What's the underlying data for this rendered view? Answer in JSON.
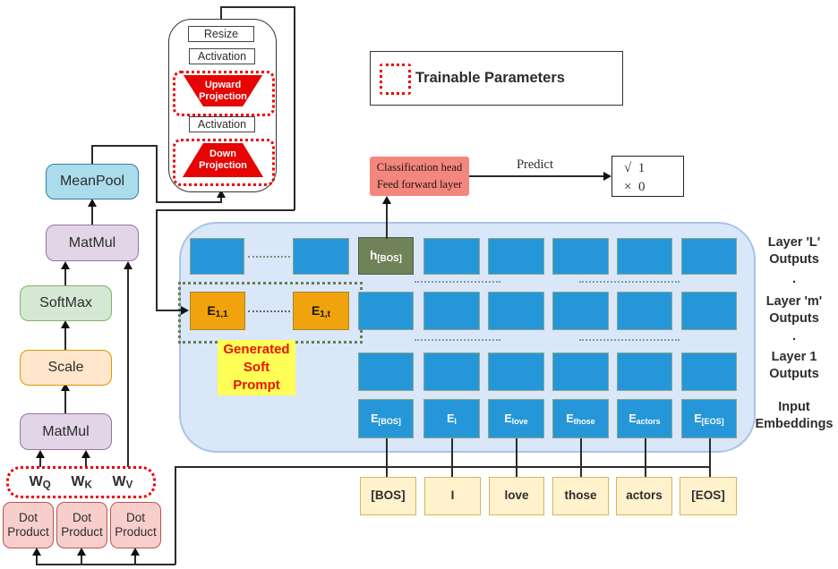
{
  "legend": {
    "label": "Trainable Parameters"
  },
  "adapter": {
    "resize": "Resize",
    "activation_top": "Activation",
    "upward_projection": "Upward Projection",
    "activation_mid": "Activation",
    "down_projection": "Down Projection"
  },
  "attention": {
    "meanpool": "MeanPool",
    "matmul_top": "MatMul",
    "softmax": "SoftMax",
    "scale": "Scale",
    "matmul_bottom": "MatMul",
    "weights": [
      {
        "base": "W",
        "sub": "Q"
      },
      {
        "base": "W",
        "sub": "K"
      },
      {
        "base": "W",
        "sub": "V"
      }
    ],
    "dot_products": [
      "Dot Product",
      "Dot Product",
      "Dot Product"
    ]
  },
  "classifier": {
    "line1": "Classification head",
    "line2": "Feed forward layer",
    "predict_label": "Predict",
    "outcomes": [
      {
        "mark": "√",
        "value": "1"
      },
      {
        "mark": "×",
        "value": "0"
      }
    ]
  },
  "panel": {
    "h_bos": {
      "base": "h",
      "sub": "[BOS]"
    },
    "soft_prompt_cells": [
      {
        "base": "E",
        "sub": "1,1"
      },
      {
        "base": "E",
        "sub": "1,t"
      }
    ],
    "caption_lines": [
      "Generated",
      "Soft",
      "Prompt"
    ],
    "embeddings": [
      {
        "base": "E",
        "sub": "[BOS]"
      },
      {
        "base": "E",
        "sub": "I"
      },
      {
        "base": "E",
        "sub": "love"
      },
      {
        "base": "E",
        "sub": "those"
      },
      {
        "base": "E",
        "sub": "actors"
      },
      {
        "base": "E",
        "sub": "[EOS]"
      }
    ],
    "row_labels": [
      {
        "line1": "Layer 'L'",
        "line2": "Outputs"
      },
      {
        "line1": "Layer 'm'",
        "line2": "Outputs"
      },
      {
        "line1": "Layer 1",
        "line2": "Outputs"
      },
      {
        "line1": "Input",
        "line2": "Embeddings"
      }
    ],
    "ellipsis_dot": "."
  },
  "tokens": [
    "[BOS]",
    "I",
    "love",
    "those",
    "actors",
    "[EOS]"
  ],
  "colors": {
    "trainable_red": "#ee0000",
    "projection_fill": "#e60404",
    "hidden_state_blue": "#2597d8",
    "prompt_orange": "#f0a30c",
    "h_bos_green": "#708258",
    "panel_blue": "#d9e7f8",
    "token_yellow": "#fff2cc",
    "classifier_salmon": "#f3867d",
    "caption_yellow": "#ffff57",
    "caption_red": "#e81500",
    "soft_prompt_border_green": "#6a7d52"
  }
}
